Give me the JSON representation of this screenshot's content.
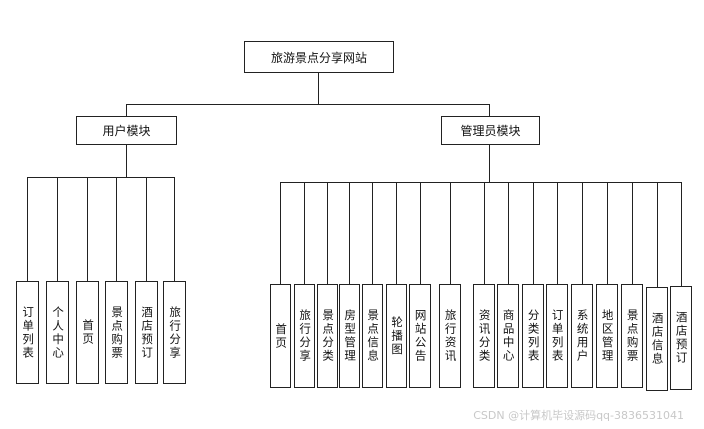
{
  "root": {
    "label": "旅游景点分享网站"
  },
  "user_module": {
    "label": "用户模块",
    "children": [
      "订单列表",
      "个人中心",
      "首页",
      "景点购票",
      "酒店预订",
      "旅行分享"
    ]
  },
  "admin_module": {
    "label": "管理员模块",
    "children": [
      "首页",
      "旅行分享",
      "景点分类",
      "房型管理",
      "景点信息",
      "轮播图",
      "网站公告",
      "旅行资讯",
      "资讯分类",
      "商品中心",
      "分类列表",
      "订单列表",
      "系统用户",
      "地区管理",
      "景点购票",
      "酒店信息",
      "酒店预订"
    ]
  },
  "watermark": "CSDN @计算机毕设源码qq-3836531041"
}
